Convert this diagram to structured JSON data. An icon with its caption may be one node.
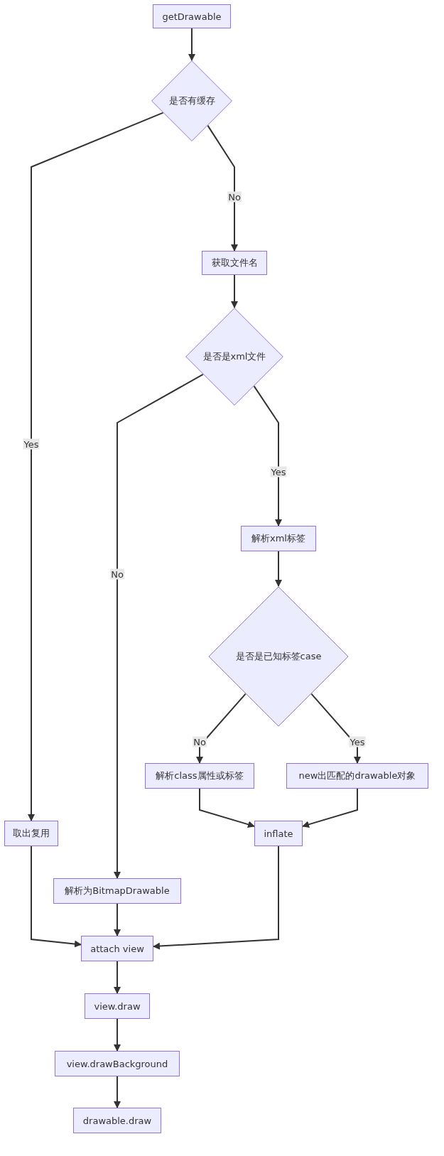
{
  "diagram": {
    "nodes": [
      {
        "text": [
          "getDrawable"
        ]
      },
      {
        "text": [
          "是否有缓存"
        ]
      },
      {
        "text": [
          "获取文件名"
        ]
      },
      {
        "text": [
          "是否是xml文件"
        ]
      },
      {
        "text": [
          "解析xml标签"
        ]
      },
      {
        "text": [
          "是否是已知标签case"
        ]
      },
      {
        "text": [
          "解析class属性或标签"
        ]
      },
      {
        "text": [
          "new出匹配的drawable对象"
        ]
      },
      {
        "text": [
          "取出复用"
        ]
      },
      {
        "text": [
          "inflate"
        ]
      },
      {
        "text": [
          "解析为BitmapDrawable"
        ]
      },
      {
        "text": [
          "attach view"
        ]
      },
      {
        "text": [
          "view.draw"
        ]
      },
      {
        "text": [
          "view.drawBackground"
        ]
      },
      {
        "text": [
          "drawable.draw"
        ]
      }
    ],
    "edges": [
      {
        "from": 0,
        "to": 1,
        "arrow": "to"
      },
      {
        "from": 1,
        "to": 8,
        "arrow": "to",
        "label": "Yes"
      },
      {
        "from": 1,
        "to": 2,
        "arrow": "to",
        "label": "No"
      },
      {
        "from": 2,
        "to": 3,
        "arrow": "to"
      },
      {
        "from": 3,
        "to": 10,
        "arrow": "to",
        "label": "No"
      },
      {
        "from": 3,
        "to": 4,
        "arrow": "to",
        "label": "Yes"
      },
      {
        "from": 4,
        "to": 5,
        "arrow": "to"
      },
      {
        "from": 5,
        "to": 6,
        "arrow": "to",
        "label": "No"
      },
      {
        "from": 5,
        "to": 7,
        "arrow": "to",
        "label": "Yes"
      },
      {
        "from": 6,
        "to": 9,
        "arrow": "to"
      },
      {
        "from": 7,
        "to": 9,
        "arrow": "to"
      },
      {
        "from": 8,
        "to": 11,
        "arrow": "to"
      },
      {
        "from": 10,
        "to": 11,
        "arrow": "to"
      },
      {
        "from": 9,
        "to": 11,
        "arrow": "to"
      },
      {
        "from": 11,
        "to": 12,
        "arrow": "to"
      },
      {
        "from": 12,
        "to": 13,
        "arrow": "to"
      },
      {
        "from": 13,
        "to": 14,
        "arrow": "to"
      }
    ]
  }
}
